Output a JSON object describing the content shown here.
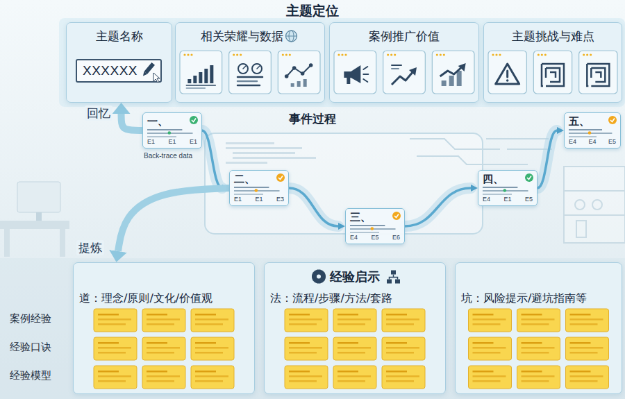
{
  "diagram": {
    "title": "主题定位",
    "nodes": [
      {
        "text": [
          "主题名称"
        ]
      },
      {
        "text": [
          "XXXXXX"
        ],
        "in": 0
      },
      {
        "text": [
          "相关荣耀与数据"
        ]
      },
      {
        "text": [
          "案例推广价值"
        ]
      },
      {
        "text": [
          "主题挑战与难点"
        ]
      },
      {
        "text": [
          "一、",
          "E1",
          "E1",
          "E1"
        ]
      },
      {
        "text": [
          "二、",
          "E1",
          "E1",
          "E3"
        ]
      },
      {
        "text": [
          "三、",
          "E4",
          "E5",
          "E6"
        ]
      },
      {
        "text": [
          "四、",
          "E4",
          "E1",
          "E5"
        ]
      },
      {
        "text": [
          "五、",
          "E4",
          "E4",
          "E5"
        ]
      },
      {
        "text": [
          "道：理念/原则/文化/价值观"
        ]
      },
      {
        "text": [
          "经验启示",
          "法：流程/步骤/方法/套路"
        ]
      },
      {
        "text": [
          "坑：风险提示/避坑指南等"
        ]
      }
    ],
    "edges": [
      {
        "from": 5,
        "to": 0,
        "arrow": "to",
        "label": "回忆"
      },
      {
        "from": 5,
        "to": 6,
        "arrow": "to"
      },
      {
        "from": 6,
        "to": 7,
        "arrow": "to"
      },
      {
        "from": 7,
        "to": 8,
        "arrow": "to"
      },
      {
        "from": 8,
        "to": 9,
        "arrow": "to"
      },
      {
        "from": 6,
        "to": 10,
        "arrow": "to",
        "label": "提炼"
      }
    ],
    "labels": [
      "事件过程",
      "Back-trace data",
      "案例经验",
      "经验口诀",
      "经验模型"
    ]
  }
}
